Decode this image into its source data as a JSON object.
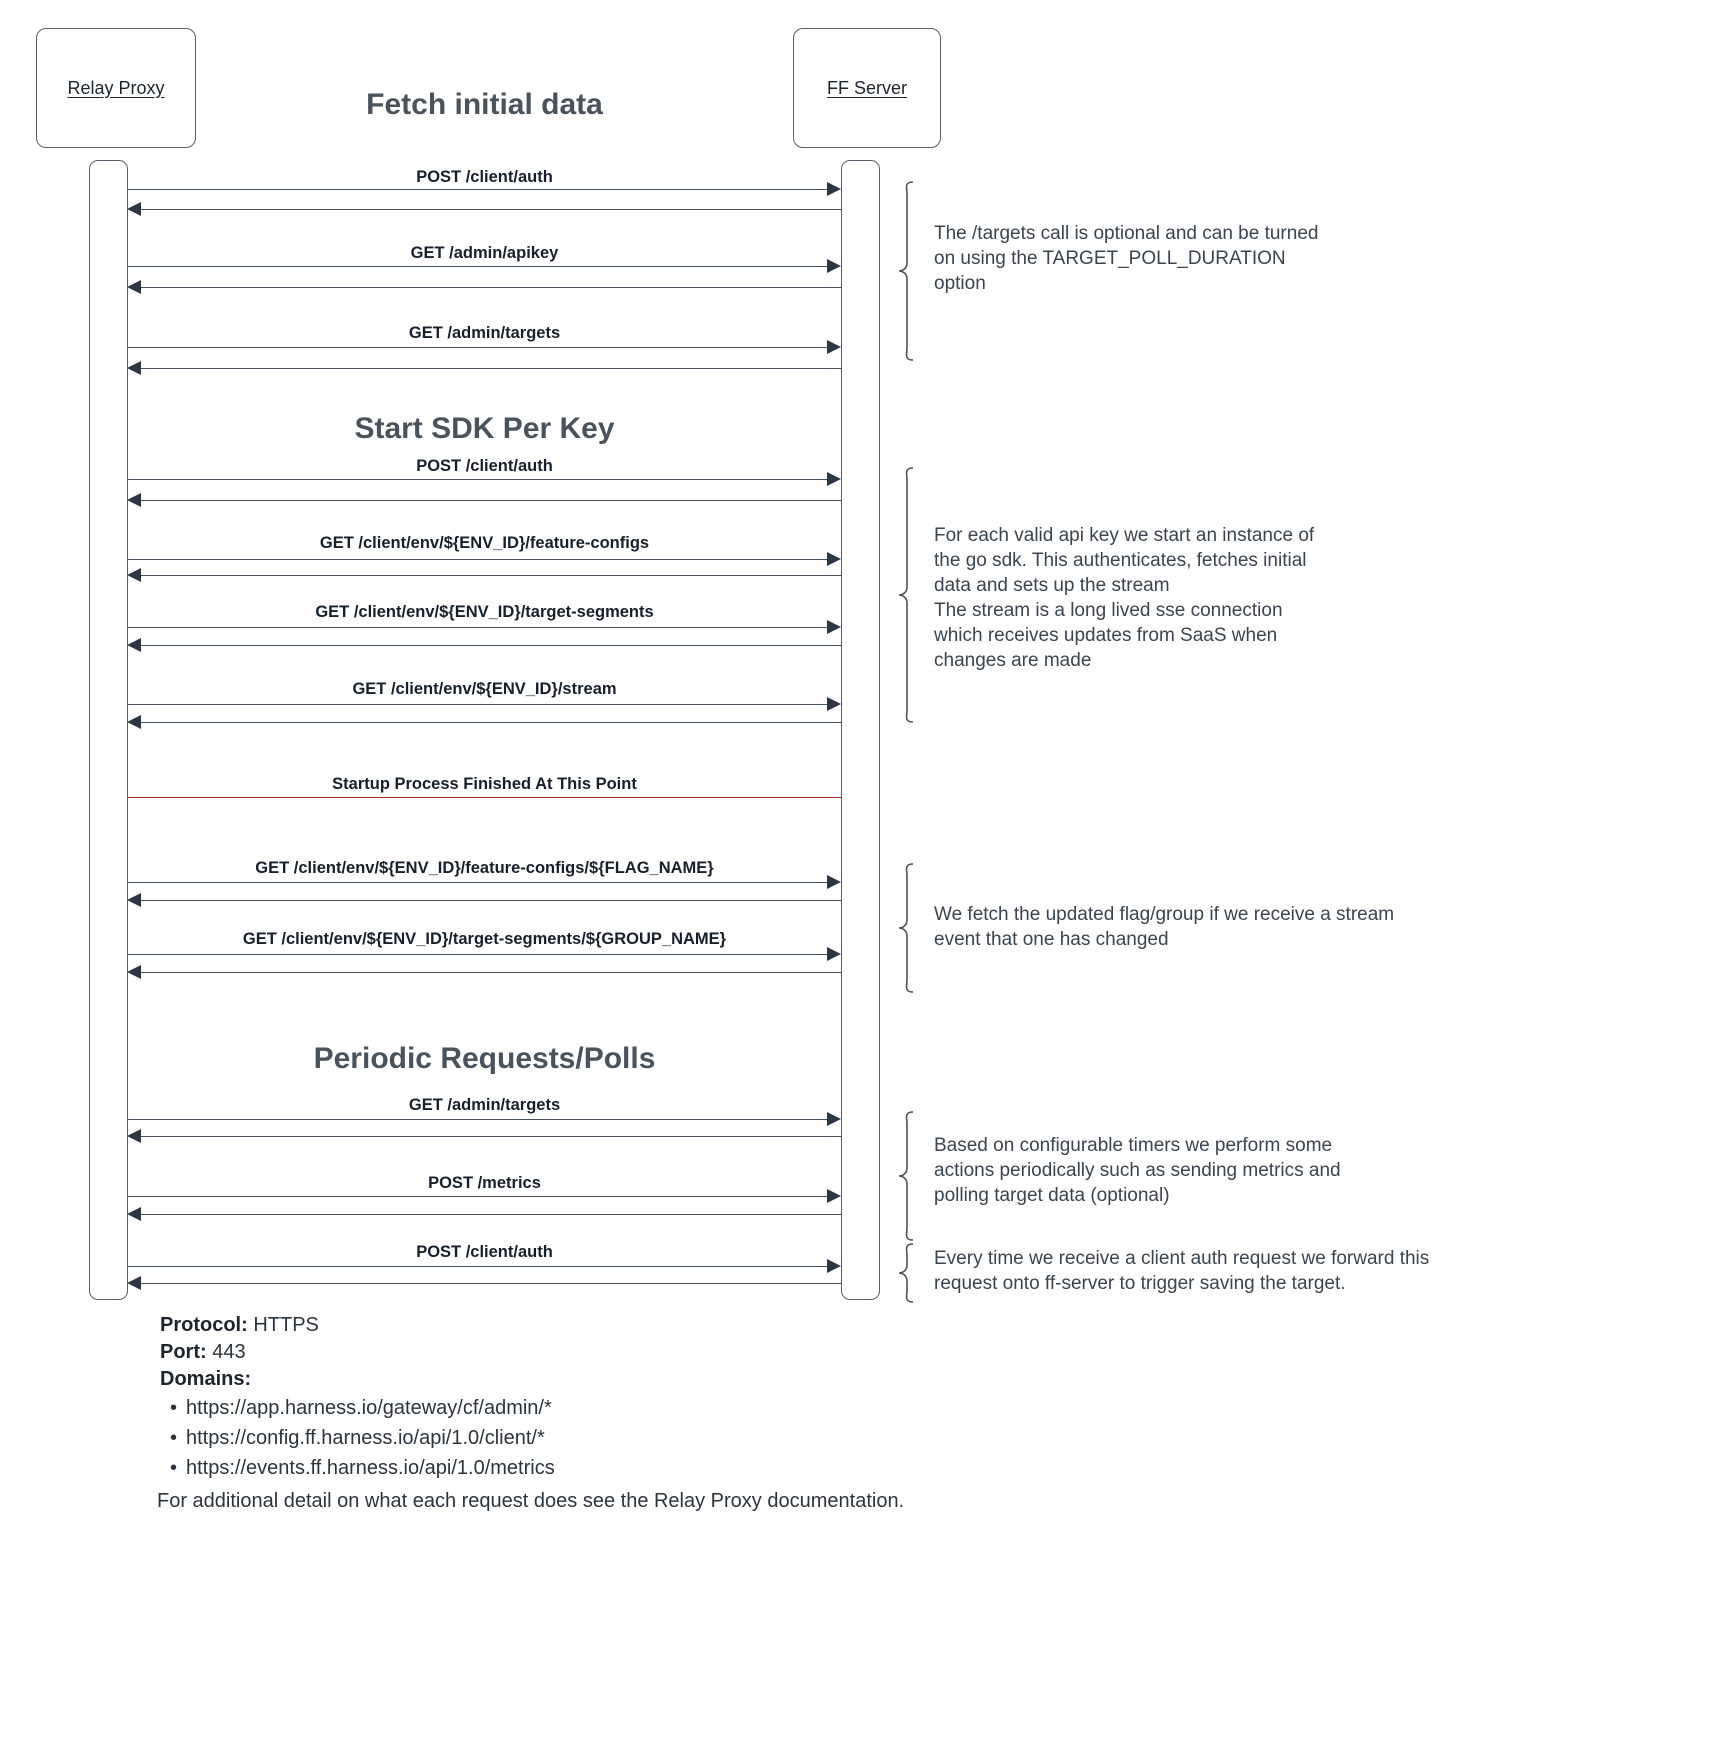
{
  "diagram": {
    "participants": [
      {
        "name": "Relay Proxy"
      },
      {
        "name": "FF Server"
      }
    ],
    "sections": [
      {
        "id": "fetch-initial-data",
        "title": "Fetch initial data"
      },
      {
        "id": "start-sdk-per-key",
        "title": "Start SDK Per Key"
      },
      {
        "id": "periodic-requests",
        "title": "Periodic Requests/Polls"
      }
    ],
    "messages": [
      {
        "label": "POST /client/auth"
      },
      {
        "label": "GET /admin/apikey"
      },
      {
        "label": "GET /admin/targets"
      },
      {
        "label": "POST /client/auth"
      },
      {
        "label": "GET /client/env/${ENV_ID}/feature-configs"
      },
      {
        "label": "GET /client/env/${ENV_ID}/target-segments"
      },
      {
        "label": "GET /client/env/${ENV_ID}/stream"
      },
      {
        "label": "GET /client/env/${ENV_ID}/feature-configs/${FLAG_NAME}"
      },
      {
        "label": "GET /client/env/${ENV_ID}/target-segments/${GROUP_NAME}"
      },
      {
        "label": "GET /admin/targets"
      },
      {
        "label": "POST /metrics"
      },
      {
        "label": "POST /client/auth"
      }
    ],
    "divider": {
      "label": "Startup Process Finished At This Point",
      "color": "#b02a32"
    },
    "annotations": [
      {
        "id": "targets-optional",
        "text": "The /targets call is optional and can be turned\non using the TARGET_POLL_DURATION\noption"
      },
      {
        "id": "sdk-instance",
        "text": "For each valid api key we start an instance of\nthe go sdk. This authenticates, fetches initial\ndata and sets up the stream\nThe stream is a long lived sse connection\nwhich receives updates from SaaS when\nchanges are made"
      },
      {
        "id": "stream-event-fetch",
        "text": "We fetch the updated flag/group if we receive a stream\nevent that one has changed"
      },
      {
        "id": "configurable-timers",
        "text": "Based on configurable timers we perform some\nactions periodically such as sending metrics and\npolling target data (optional)"
      },
      {
        "id": "forward-client-auth",
        "text": "Every time we receive a client auth request we forward this\nrequest onto ff-server to trigger saving the target."
      }
    ]
  },
  "footer": {
    "protocol_label": "Protocol:",
    "protocol_value": "HTTPS",
    "port_label": "Port:",
    "port_value": "443",
    "domains_label": "Domains:",
    "domains": [
      "https://app.harness.io/gateway/cf/admin/*",
      "https://config.ff.harness.io/api/1.0/client/*",
      "https://events.ff.harness.io/api/1.0/metrics"
    ],
    "note": "For additional detail on what each request does see the Relay Proxy documentation."
  }
}
